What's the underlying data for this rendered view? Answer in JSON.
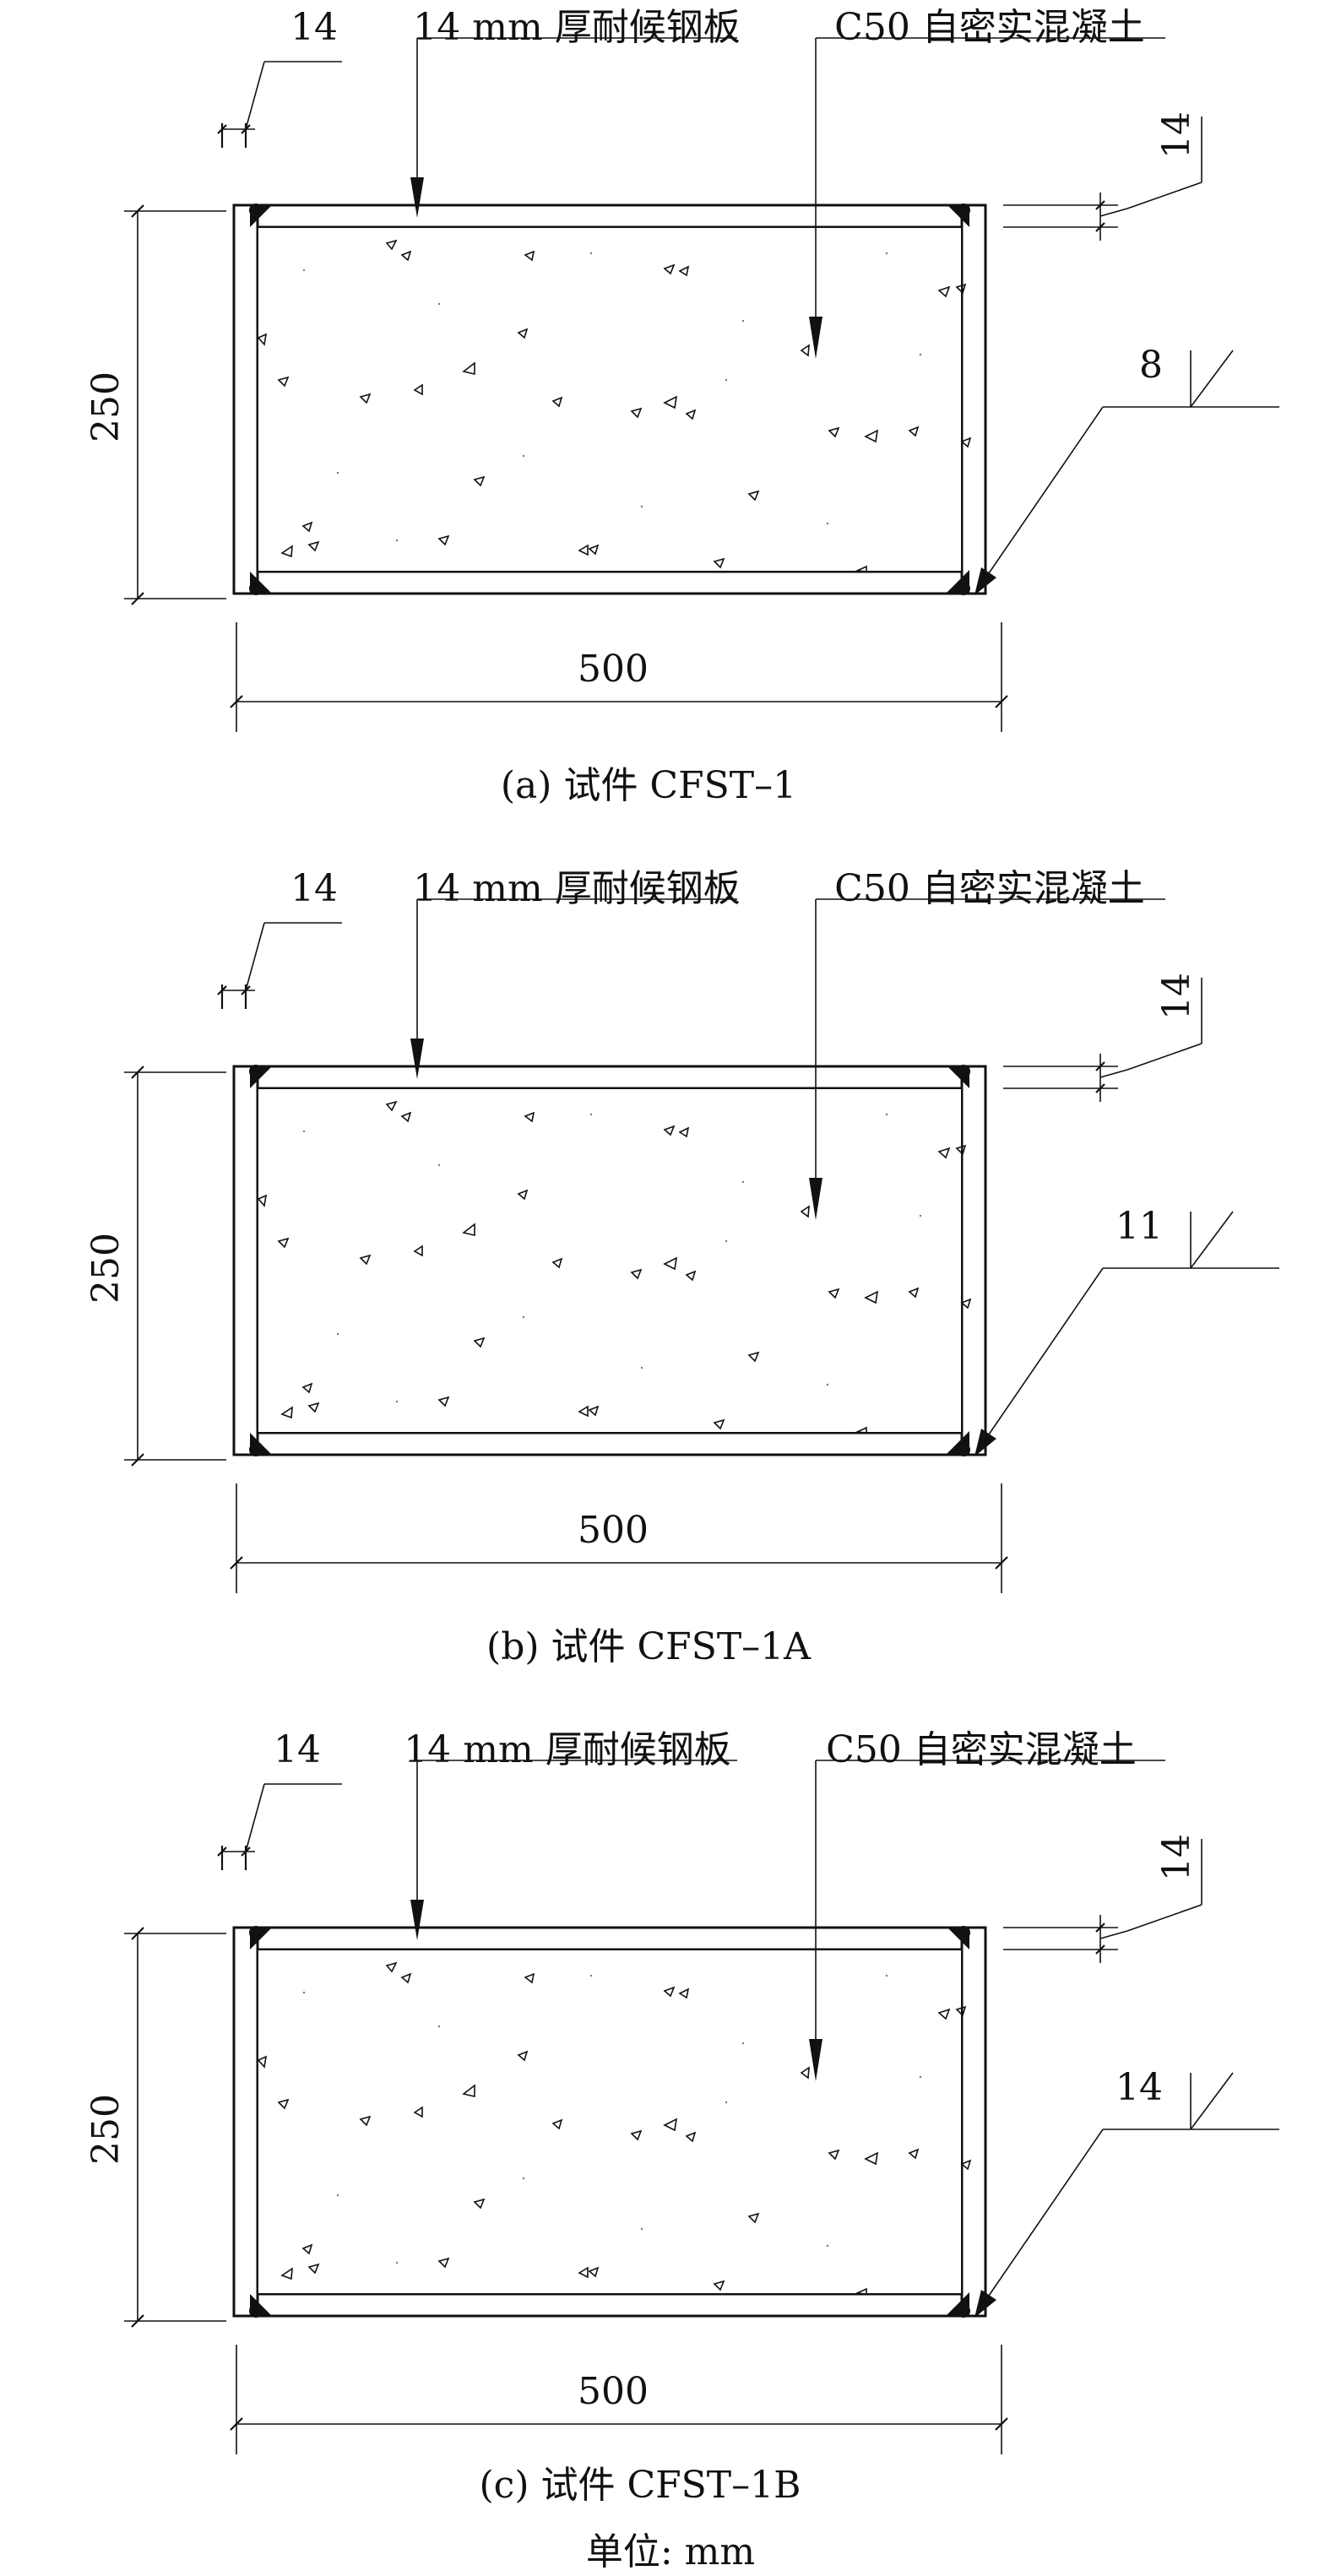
{
  "panels": [
    {
      "plate_thickness_top": "14",
      "plate_thickness_side": "14",
      "steel_label": "14 mm 厚耐候钢板",
      "concrete_label": "C50 自密实混凝土",
      "weld_size": "8",
      "height": "250",
      "width": "500",
      "caption": "(a) 试件 CFST–1"
    },
    {
      "plate_thickness_top": "14",
      "plate_thickness_side": "14",
      "steel_label": "14 mm 厚耐候钢板",
      "concrete_label": "C50 自密实混凝土",
      "weld_size": "11",
      "height": "250",
      "width": "500",
      "caption": "(b) 试件 CFST–1A"
    },
    {
      "plate_thickness_top": "14",
      "plate_thickness_side": "14",
      "steel_label": "14 mm 厚耐候钢板",
      "concrete_label": "C50 自密实混凝土",
      "weld_size": "14",
      "height": "250",
      "width": "500",
      "caption": "(c) 试件 CFST–1B"
    }
  ],
  "unit_note": "单位: mm"
}
